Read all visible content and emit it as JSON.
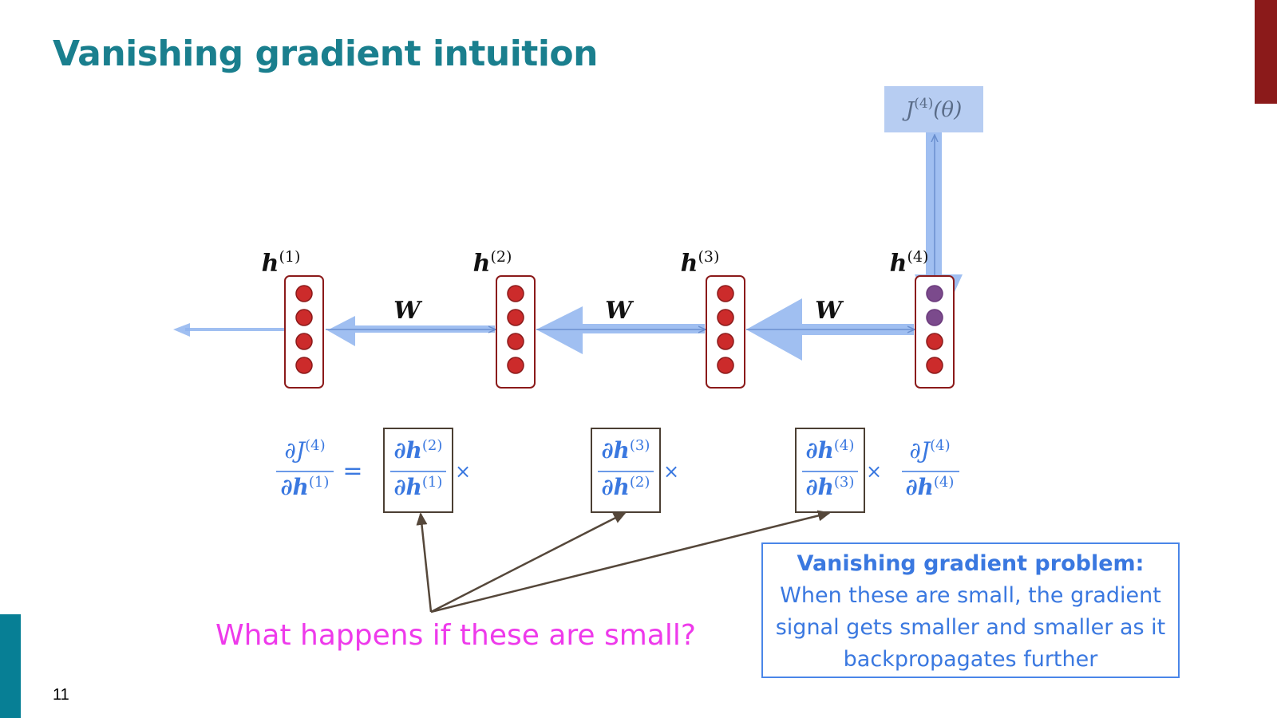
{
  "slide": {
    "title": "Vanishing gradient intuition",
    "page_number": "11"
  },
  "diagram": {
    "output_label": "J(4)(θ)",
    "hidden_states": [
      {
        "base": "h",
        "sup": "(1)"
      },
      {
        "base": "h",
        "sup": "(2)"
      },
      {
        "base": "h",
        "sup": "(3)"
      },
      {
        "base": "h",
        "sup": "(4)"
      }
    ],
    "weight_label": "W",
    "equation": {
      "lhs": {
        "num": "∂J",
        "num_sup": "(4)",
        "den": "∂h",
        "den_sup": "(1)"
      },
      "equals": "=",
      "times": "×",
      "terms": [
        {
          "num": "∂h",
          "num_sup": "(2)",
          "den": "∂h",
          "den_sup": "(1)"
        },
        {
          "num": "∂h",
          "num_sup": "(3)",
          "den": "∂h",
          "den_sup": "(2)"
        },
        {
          "num": "∂h",
          "num_sup": "(4)",
          "den": "∂h",
          "den_sup": "(3)"
        },
        {
          "num": "∂J",
          "num_sup": "(4)",
          "den": "∂h",
          "den_sup": "(4)"
        }
      ]
    }
  },
  "question": "What happens if these are small?",
  "callout": {
    "heading": "Vanishing gradient problem:",
    "body": "When these are small, the gradient signal gets smaller and smaller as it backpropagates further"
  },
  "colors": {
    "title": "#1a7f8e",
    "gradient_arrow": "#8fb4ee",
    "node_fill": "#cc2b2b",
    "node_border": "#8b1a1a",
    "equation": "#3a78e0",
    "question": "#ee3aeb",
    "callout": "#4a86e8"
  }
}
